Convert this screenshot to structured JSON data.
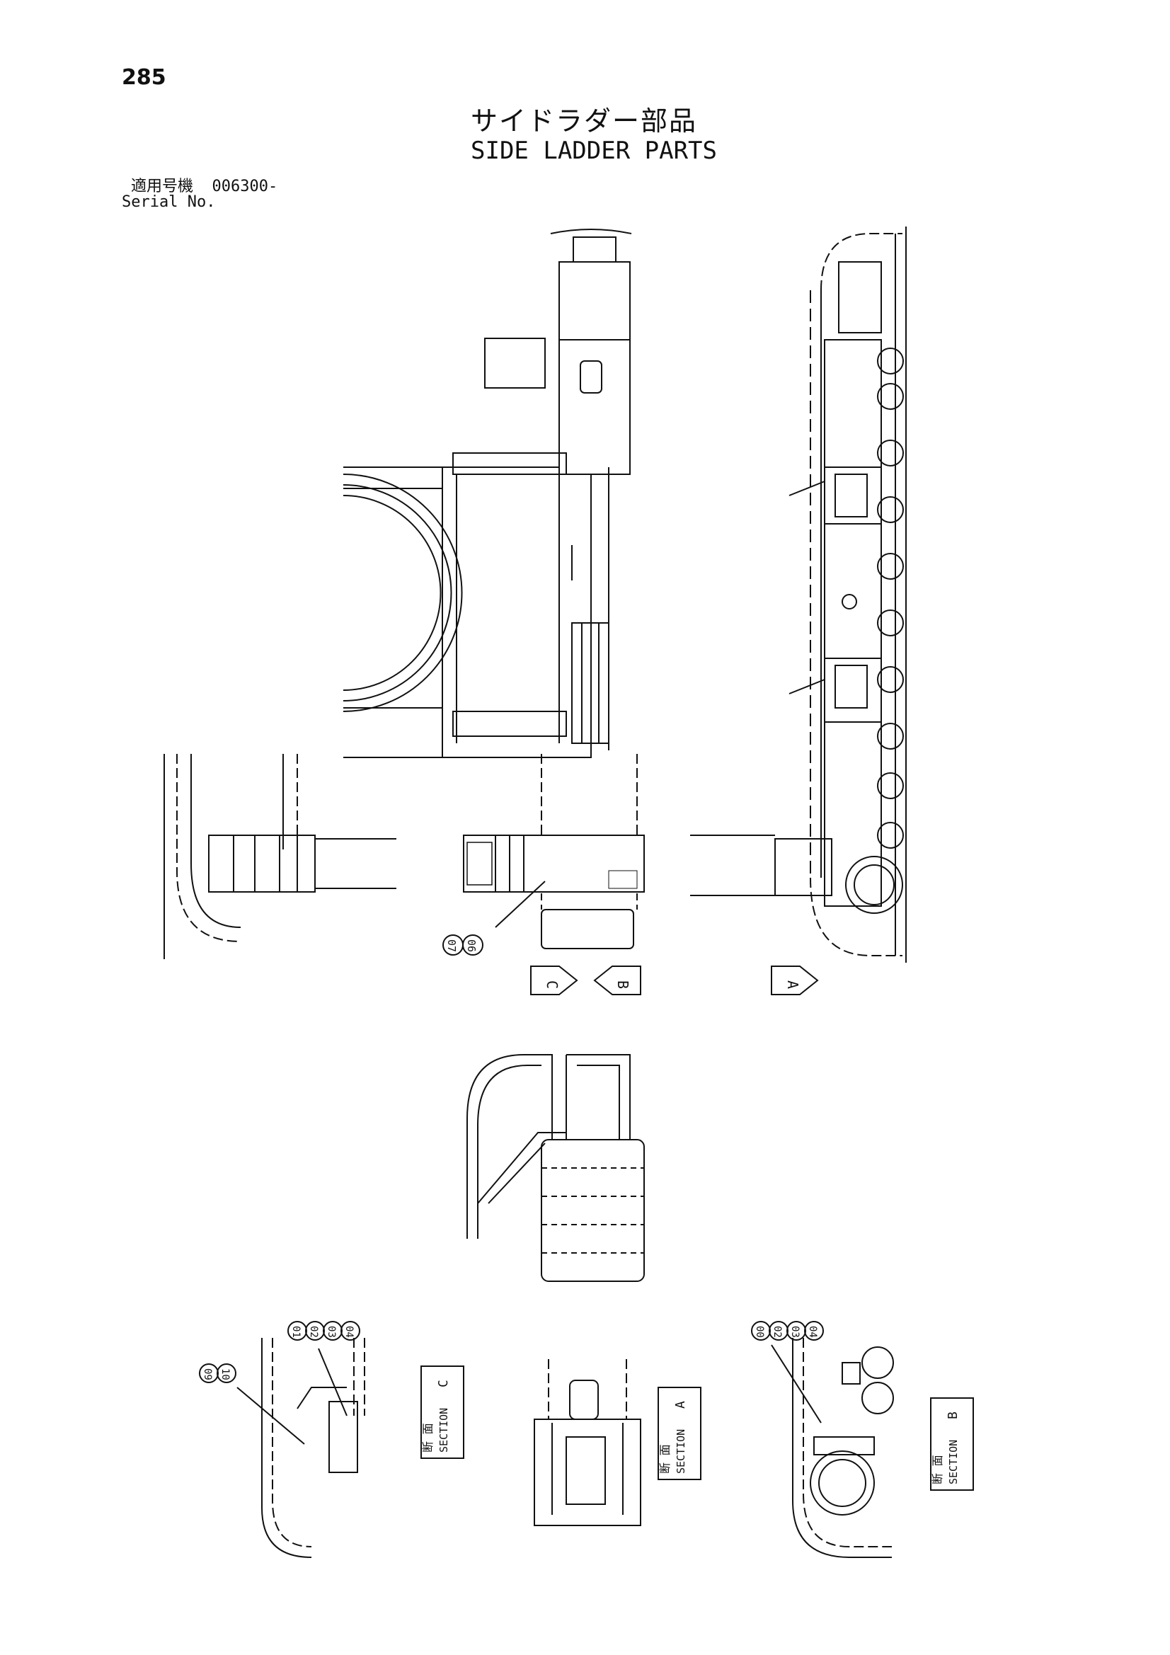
{
  "page": {
    "number": "285",
    "title_jp": "サイドラダー部品",
    "title_en": "SIDE LADDER PARTS",
    "serial_label_jp": "適用号機",
    "serial_value": "006300-",
    "serial_label_en": "Serial No."
  },
  "views": {
    "view_arrows": [
      "C",
      "B",
      "A"
    ],
    "section_labels": [
      {
        "jp": "断 面",
        "en": "SECTION",
        "letter": "C"
      },
      {
        "jp": "断 面",
        "en": "SECTION",
        "letter": "A"
      },
      {
        "jp": "断 面",
        "en": "SECTION",
        "letter": "B"
      }
    ]
  },
  "callouts": {
    "main_view": [
      "07",
      "06"
    ],
    "section_c": [
      "01",
      "02",
      "03",
      "04"
    ],
    "section_c_left": [
      "09",
      "10"
    ],
    "section_b": [
      "00",
      "02",
      "03",
      "04"
    ]
  }
}
